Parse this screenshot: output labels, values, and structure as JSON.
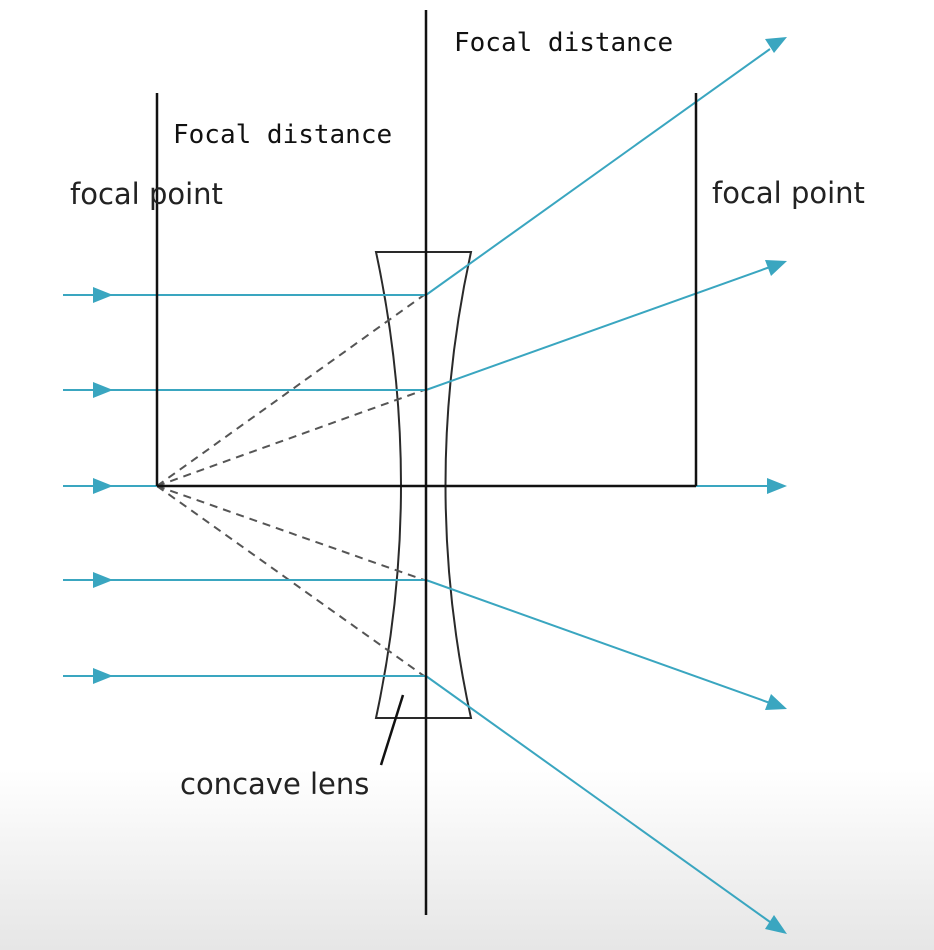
{
  "labels": {
    "focal_distance_left": "Focal distance",
    "focal_distance_right": "Focal distance",
    "focal_point_left": "focal point",
    "focal_point_right": "focal point",
    "lens_label": "concave lens"
  },
  "colors": {
    "ray": "#3aa6c0",
    "lines": "#111111",
    "virtual_ray": "#555555"
  },
  "rays": [
    {
      "name": "ray-1",
      "behavior": "diverges upward"
    },
    {
      "name": "ray-2",
      "behavior": "diverges upward"
    },
    {
      "name": "ray-3",
      "behavior": "passes straight along principal axis"
    },
    {
      "name": "ray-4",
      "behavior": "diverges downward"
    },
    {
      "name": "ray-5",
      "behavior": "diverges downward"
    }
  ]
}
